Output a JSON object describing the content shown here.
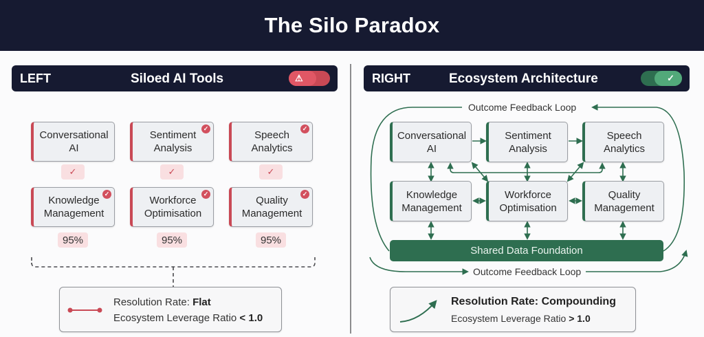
{
  "title": "The Silo Paradox",
  "left_panel": {
    "side_label": "LEFT",
    "heading": "Siloed AI Tools",
    "status_toggle": {
      "state": "alert",
      "icon": "warning-icon",
      "glyph": "⚠",
      "color": "#c94955"
    },
    "tools": [
      {
        "label": "Conversational AI",
        "lines": [
          "Conversational",
          "AI"
        ],
        "badge": false,
        "chip": "✓"
      },
      {
        "label": "Sentiment Analysis",
        "lines": [
          "Sentiment",
          "Analysis"
        ],
        "badge": true,
        "chip": "✓"
      },
      {
        "label": "Speech Analytics",
        "lines": [
          "Speech",
          "Analytics"
        ],
        "badge": true,
        "chip": "✓"
      },
      {
        "label": "Knowledge Management",
        "lines": [
          "Knowledge",
          "Management"
        ],
        "badge": true,
        "chip": "95%"
      },
      {
        "label": "Workforce Optimisation",
        "lines": [
          "Workforce",
          "Optimisation"
        ],
        "badge": true,
        "chip": "95%"
      },
      {
        "label": "Quality Management",
        "lines": [
          "Quality",
          "Management"
        ],
        "badge": true,
        "chip": "95%"
      }
    ],
    "badge_glyph": "✓",
    "summary": {
      "line1_prefix": "Resolution Rate: ",
      "line1_value": "Flat",
      "line2_prefix": "Ecosystem Leverage Ratio ",
      "line2_value": "< 1.0",
      "icon": "flat-line-icon"
    }
  },
  "right_panel": {
    "side_label": "RIGHT",
    "heading": "Ecosystem Architecture",
    "status_toggle": {
      "state": "ok",
      "icon": "check-icon",
      "glyph": "✓",
      "color": "#2e6e50"
    },
    "tools": [
      {
        "label": "Conversational AI",
        "lines": [
          "Conversational",
          "AI"
        ]
      },
      {
        "label": "Sentiment Analysis",
        "lines": [
          "Sentiment",
          "Analysis"
        ]
      },
      {
        "label": "Speech Analytics",
        "lines": [
          "Speech",
          "Analytics"
        ]
      },
      {
        "label": "Knowledge Management",
        "lines": [
          "Knowledge",
          "Management"
        ]
      },
      {
        "label": "Workforce Optimisation",
        "lines": [
          "Workforce",
          "Optimisation"
        ]
      },
      {
        "label": "Quality Management",
        "lines": [
          "Quality",
          "Management"
        ]
      }
    ],
    "foundation": "Shared Data Foundation",
    "loop_top": "Outcome Feedback Loop",
    "loop_bottom": "Outcome Feedback Loop",
    "summary": {
      "line1": "Resolution Rate: Compounding",
      "line2_prefix": "Ecosystem Leverage Ratio ",
      "line2_value": "> 1.0",
      "icon": "rising-curve-icon"
    }
  },
  "colors": {
    "navy": "#161a31",
    "red_accent": "#c94955",
    "green_accent": "#2e6e50"
  }
}
